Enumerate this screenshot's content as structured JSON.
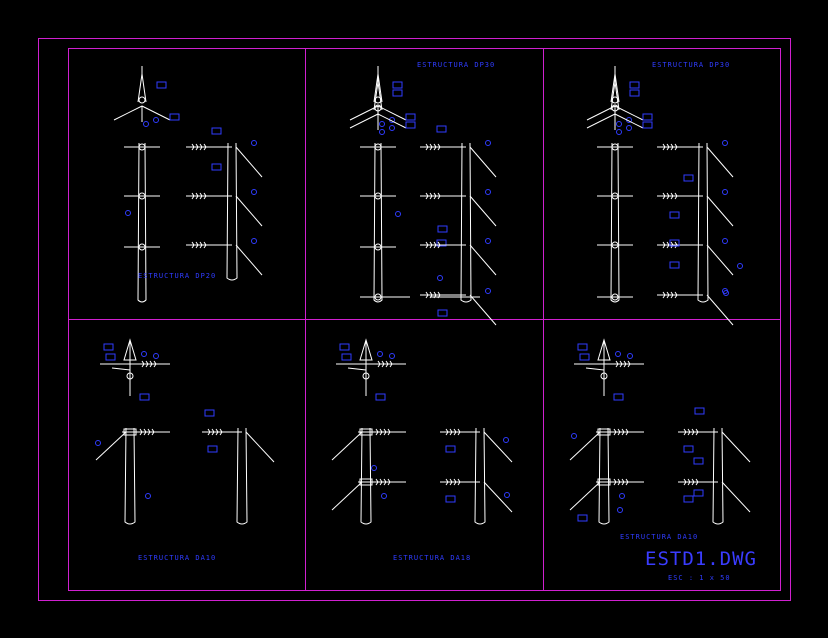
{
  "drawing": {
    "file_name": "ESTD1.DWG",
    "scale": "ESC : 1 x 50",
    "colors": {
      "background": "#000000",
      "frame": "#d020d0",
      "lines": "#ffffff",
      "annotations": "#2f3cff"
    },
    "panels": [
      {
        "id": "DP20",
        "title": "ESTRUCTURA DP20",
        "kind": "suspension",
        "levels": 3
      },
      {
        "id": "DP30a",
        "title": "ESTRUCTURA DP30",
        "kind": "suspension",
        "levels": 4
      },
      {
        "id": "DP30b",
        "title": "ESTRUCTURA DP30",
        "kind": "suspension",
        "levels": 4
      },
      {
        "id": "DA10",
        "title": "ESTRUCTURA DA10",
        "kind": "angle",
        "levels": 1
      },
      {
        "id": "DA18",
        "title": "ESTRUCTURA DA18",
        "kind": "angle",
        "levels": 2
      },
      {
        "id": "DA10b",
        "title": "ESTRUCTURA DA10",
        "kind": "angle",
        "levels": 2
      }
    ]
  }
}
